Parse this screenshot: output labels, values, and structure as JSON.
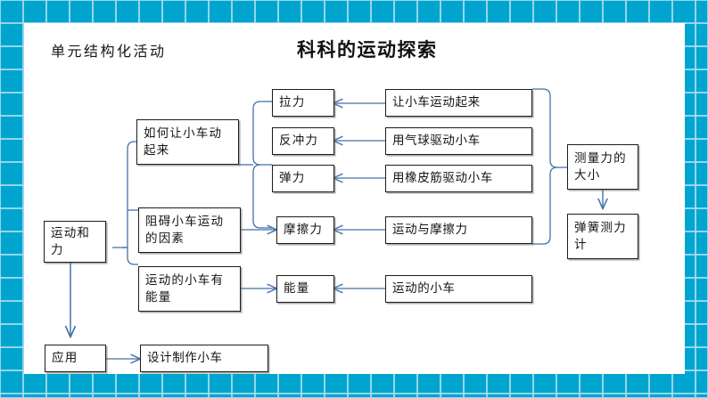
{
  "slide": {
    "subtitle": "单元结构化活动",
    "title": "科科的运动探索",
    "border_color": "#00a5cf",
    "border_grid_color": "#addef0",
    "box_border_color": "#1c1c1c",
    "connector_color": "#4472a8",
    "background": "#ffffff"
  },
  "nodes": {
    "root": "运动和\n力",
    "branch1": "如何让小车动\n起来",
    "branch2": "阻碍小车运动\n的因素",
    "branch3": "运动的小车有\n能量",
    "application": "应用",
    "force_pull": "拉力",
    "force_recoil": "反冲力",
    "force_elastic": "弹力",
    "force_friction": "摩擦力",
    "energy": "能量",
    "lesson1": "让小车运动起来",
    "lesson2": "用气球驱动小车",
    "lesson3": "用橡皮筋驱动小车",
    "lesson4": "运动与摩擦力",
    "lesson5": "运动的小车",
    "lesson6": "设计制作小车",
    "measure": "测量力的\n大小",
    "dynamometer": "弹簧测力\n计"
  }
}
